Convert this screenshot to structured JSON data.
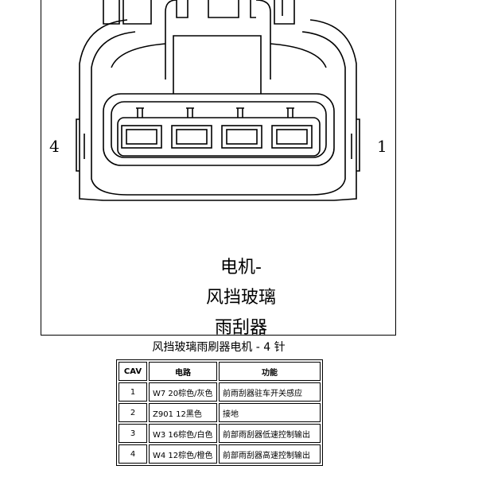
{
  "diagram": {
    "pin_left_label": "4",
    "pin_right_label": "1",
    "label_lines": [
      "电机-",
      "风挡玻璃",
      "雨刮器"
    ]
  },
  "caption": "风挡玻璃雨刷器电机 - 4 针",
  "table": {
    "headers": {
      "cav": "CAV",
      "circuit": "电路",
      "function": "功能"
    },
    "rows": [
      {
        "cav": "1",
        "circuit": "W7 20棕色/灰色",
        "function": "前雨刮器驻车开关感应"
      },
      {
        "cav": "2",
        "circuit": "Z901 12黑色",
        "function": "接地"
      },
      {
        "cav": "3",
        "circuit": "W3 16棕色/白色",
        "function": "前部雨刮器低速控制输出"
      },
      {
        "cav": "4",
        "circuit": "W4 12棕色/橙色",
        "function": "前部雨刮器高速控制输出"
      }
    ]
  }
}
